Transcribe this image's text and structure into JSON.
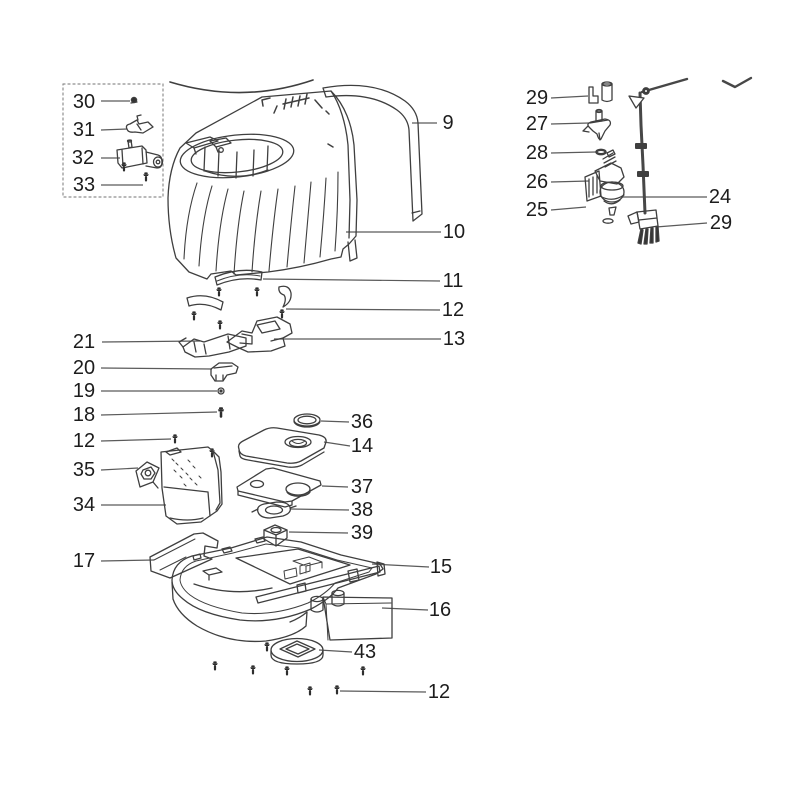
{
  "diagram": {
    "kind": "exploded-parts-diagram",
    "colors": {
      "background": "#ffffff",
      "line": "#3f3f3f",
      "leader": "#5a5a5a",
      "label": "#1d1d1d",
      "harness": "#474747",
      "screw_fill": "#2e2e2e"
    }
  },
  "labels": [
    {
      "text": "30"
    },
    {
      "text": "31"
    },
    {
      "text": "32"
    },
    {
      "text": "33"
    },
    {
      "text": "9"
    },
    {
      "text": "10"
    },
    {
      "text": "11"
    },
    {
      "text": "12"
    },
    {
      "text": "13"
    },
    {
      "text": "21"
    },
    {
      "text": "20"
    },
    {
      "text": "19"
    },
    {
      "text": "18"
    },
    {
      "text": "12"
    },
    {
      "text": "35"
    },
    {
      "text": "34"
    },
    {
      "text": "17"
    },
    {
      "text": "36"
    },
    {
      "text": "14"
    },
    {
      "text": "37"
    },
    {
      "text": "38"
    },
    {
      "text": "39"
    },
    {
      "text": "15"
    },
    {
      "text": "16"
    },
    {
      "text": "43"
    },
    {
      "text": "12"
    },
    {
      "text": "29"
    },
    {
      "text": "27"
    },
    {
      "text": "28"
    },
    {
      "text": "26"
    },
    {
      "text": "25"
    },
    {
      "text": "24"
    },
    {
      "text": "29"
    }
  ]
}
